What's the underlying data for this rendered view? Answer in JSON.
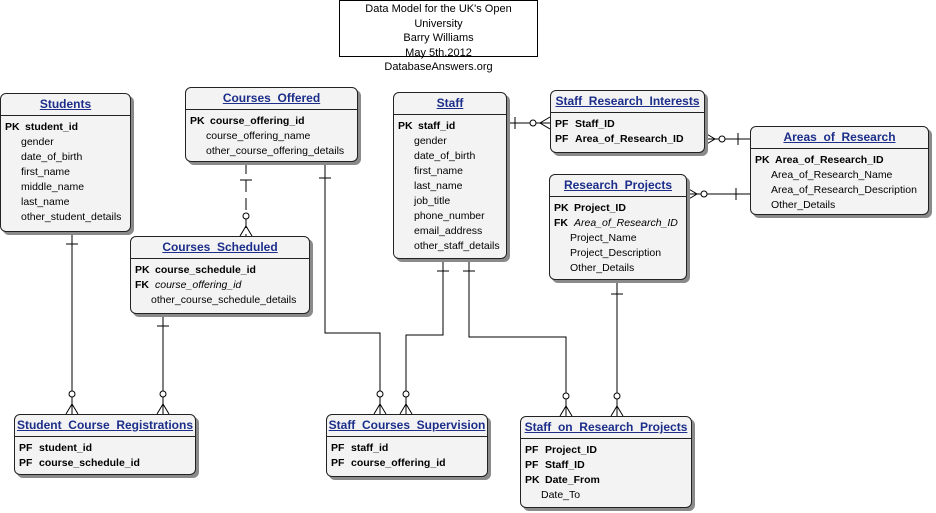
{
  "title": {
    "lines": [
      "Data Model for the UK's Open University",
      "Barry Williams",
      "May  5th.2012",
      "DatabaseAnswers.org"
    ]
  },
  "entities": {
    "students": {
      "name": "Students",
      "rows": [
        {
          "key": "PK",
          "field": "student_id"
        },
        {
          "key": "",
          "field": "gender"
        },
        {
          "key": "",
          "field": "date_of_birth"
        },
        {
          "key": "",
          "field": "first_name"
        },
        {
          "key": "",
          "field": "middle_name"
        },
        {
          "key": "",
          "field": "last_name"
        },
        {
          "key": "",
          "field": "other_student_details"
        }
      ]
    },
    "courses_offered": {
      "name": "Courses_Offered",
      "rows": [
        {
          "key": "PK",
          "field": "course_offering_id"
        },
        {
          "key": "",
          "field": "course_offering_name"
        },
        {
          "key": "",
          "field": "other_course_offering_details"
        }
      ]
    },
    "courses_scheduled": {
      "name": "Courses_Scheduled",
      "rows": [
        {
          "key": "PK",
          "field": "course_schedule_id"
        },
        {
          "key": "FK",
          "field": "course_offering_id"
        },
        {
          "key": "",
          "field": "other_course_schedule_details"
        }
      ]
    },
    "staff": {
      "name": "Staff",
      "rows": [
        {
          "key": "PK",
          "field": "staff_id"
        },
        {
          "key": "",
          "field": "gender"
        },
        {
          "key": "",
          "field": "date_of_birth"
        },
        {
          "key": "",
          "field": "first_name"
        },
        {
          "key": "",
          "field": "last_name"
        },
        {
          "key": "",
          "field": "job_title"
        },
        {
          "key": "",
          "field": "phone_number"
        },
        {
          "key": "",
          "field": "email_address"
        },
        {
          "key": "",
          "field": "other_staff_details"
        }
      ]
    },
    "staff_research_interests": {
      "name": "Staff_Research_Interests",
      "rows": [
        {
          "key": "PF",
          "field": "Staff_ID"
        },
        {
          "key": "PF",
          "field": "Area_of_Research_ID"
        }
      ]
    },
    "areas_of_research": {
      "name": "Areas_of_Research",
      "rows": [
        {
          "key": "PK",
          "field": "Area_of_Research_ID"
        },
        {
          "key": "",
          "field": "Area_of_Research_Name"
        },
        {
          "key": "",
          "field": "Area_of_Research_Description"
        },
        {
          "key": "",
          "field": "Other_Details"
        }
      ]
    },
    "research_projects": {
      "name": "Research_Projects",
      "rows": [
        {
          "key": "PK",
          "field": "Project_ID"
        },
        {
          "key": "FK",
          "field": "Area_of_Research_ID"
        },
        {
          "key": "",
          "field": "Project_Name"
        },
        {
          "key": "",
          "field": "Project_Description"
        },
        {
          "key": "",
          "field": "Other_Details"
        }
      ]
    },
    "student_course_registrations": {
      "name": "Student_Course_Registrations",
      "rows": [
        {
          "key": "PF",
          "field": "student_id"
        },
        {
          "key": "PF",
          "field": "course_schedule_id"
        }
      ]
    },
    "staff_courses_supervision": {
      "name": "Staff_Courses_Supervision",
      "rows": [
        {
          "key": "PF",
          "field": "staff_id"
        },
        {
          "key": "PF",
          "field": "course_offering_id"
        }
      ]
    },
    "staff_on_research_projects": {
      "name": "Staff_on_Research_Projects",
      "rows": [
        {
          "key": "PF",
          "field": "Project_ID"
        },
        {
          "key": "PF",
          "field": "Staff_ID"
        },
        {
          "key": "PK",
          "field": "Date_From"
        },
        {
          "key": "",
          "field": "Date_To"
        }
      ]
    }
  }
}
